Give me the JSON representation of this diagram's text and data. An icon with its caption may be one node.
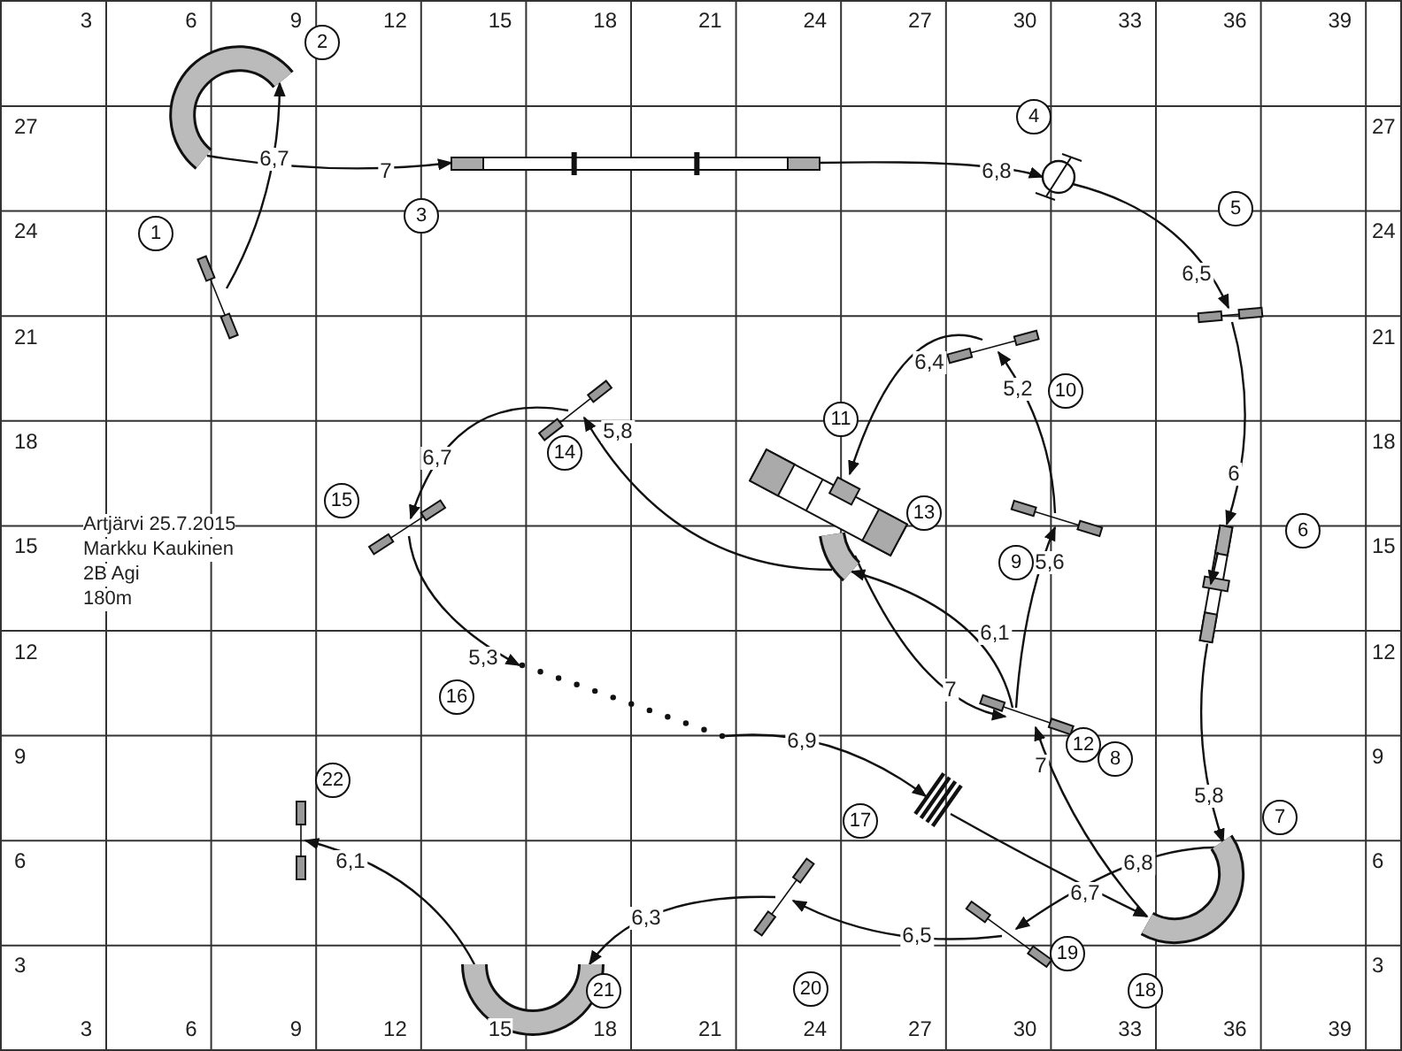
{
  "diagram": {
    "nodes": [
      {
        "text": [
          "1"
        ]
      },
      {
        "text": [
          "2"
        ]
      },
      {
        "text": [
          "3"
        ]
      },
      {
        "text": [
          "4"
        ]
      },
      {
        "text": [
          "5"
        ]
      },
      {
        "text": [
          "6"
        ]
      },
      {
        "text": [
          "7"
        ]
      },
      {
        "text": [
          "8"
        ]
      },
      {
        "text": [
          "9"
        ]
      },
      {
        "text": [
          "10"
        ]
      },
      {
        "text": [
          "11"
        ]
      },
      {
        "text": [
          "12"
        ]
      },
      {
        "text": [
          "13"
        ]
      },
      {
        "text": [
          "14"
        ]
      },
      {
        "text": [
          "15"
        ]
      },
      {
        "text": [
          "16"
        ]
      },
      {
        "text": [
          "17"
        ]
      },
      {
        "text": [
          "18"
        ]
      },
      {
        "text": [
          "19"
        ]
      },
      {
        "text": [
          "20"
        ]
      },
      {
        "text": [
          "21"
        ]
      },
      {
        "text": [
          "22"
        ]
      },
      {
        "text": [],
        "shape": "picture"
      },
      {
        "text": [],
        "shape": "picture"
      },
      {
        "text": [],
        "shape": "picture"
      },
      {
        "text": [],
        "shape": "picture"
      },
      {
        "text": [],
        "shape": "picture"
      },
      {
        "text": [],
        "shape": "picture"
      },
      {
        "text": [],
        "shape": "picture"
      },
      {
        "text": [],
        "shape": "picture"
      },
      {
        "text": [],
        "shape": "picture"
      },
      {
        "text": [],
        "shape": "picture"
      },
      {
        "text": [],
        "shape": "picture"
      },
      {
        "text": [],
        "shape": "picture"
      },
      {
        "text": [],
        "shape": "picture"
      },
      {
        "text": [],
        "shape": "picture"
      },
      {
        "text": [],
        "shape": "picture"
      },
      {
        "text": [],
        "shape": "picture"
      },
      {
        "text": [],
        "shape": "picture"
      },
      {
        "text": [],
        "shape": "picture"
      },
      {
        "text": [],
        "shape": "picture"
      },
      {
        "text": [],
        "shape": "picture"
      }
    ],
    "edges": [
      {
        "from": 22,
        "to": 23,
        "arrow": "to",
        "label": "6,7"
      },
      {
        "from": 23,
        "to": 24,
        "arrow": "to",
        "label": "7"
      },
      {
        "from": 24,
        "to": 25,
        "arrow": "to",
        "label": "6,8"
      },
      {
        "from": 25,
        "to": 26,
        "arrow": "to",
        "label": "6,5"
      },
      {
        "from": 26,
        "to": 27,
        "arrow": "to",
        "label": "6"
      },
      {
        "from": 27,
        "to": 28,
        "arrow": "to",
        "label": "5,8"
      },
      {
        "from": 28,
        "to": 29,
        "arrow": "to",
        "label": "7"
      },
      {
        "from": 29,
        "to": 30,
        "arrow": "to",
        "label": "5,6"
      },
      {
        "from": 30,
        "to": 31,
        "arrow": "to",
        "label": "5,2"
      },
      {
        "from": 31,
        "to": 32,
        "arrow": "to",
        "label": "6,4"
      },
      {
        "from": 32,
        "to": 29,
        "arrow": "to",
        "label": "7"
      },
      {
        "from": 29,
        "to": 33,
        "arrow": "to",
        "label": "6,1"
      },
      {
        "from": 33,
        "to": 34,
        "arrow": "to",
        "label": "5,8"
      },
      {
        "from": 34,
        "to": 35,
        "arrow": "to",
        "label": "6,7"
      },
      {
        "from": 35,
        "to": 36,
        "arrow": "to",
        "label": "5,3"
      },
      {
        "from": 36,
        "to": 37,
        "arrow": "to",
        "label": "6,9"
      },
      {
        "from": 37,
        "to": 28,
        "arrow": "to",
        "label": "6,7"
      },
      {
        "from": 28,
        "to": 38,
        "arrow": "to",
        "label": "6,8"
      },
      {
        "from": 38,
        "to": 39,
        "arrow": "to",
        "label": "6,5"
      },
      {
        "from": 39,
        "to": 40,
        "arrow": "to",
        "label": "6,3"
      },
      {
        "from": 40,
        "to": 41,
        "arrow": "to",
        "label": "6,1"
      }
    ],
    "labels": [
      "3",
      "6",
      "9",
      "12",
      "15",
      "18",
      "21",
      "24",
      "27",
      "30",
      "33",
      "36",
      "39",
      "27",
      "27",
      "24",
      "24",
      "21",
      "21",
      "18",
      "18",
      "15",
      "15",
      "12",
      "12",
      "9",
      "9",
      "6",
      "6",
      "3",
      "3",
      "3",
      "6",
      "9",
      "12",
      "15",
      "18",
      "21",
      "24",
      "27",
      "30",
      "33",
      "36",
      "39",
      "Artjärvi 25.7.2015",
      "Markku Kaukinen",
      "2B Agi",
      "180m"
    ]
  }
}
